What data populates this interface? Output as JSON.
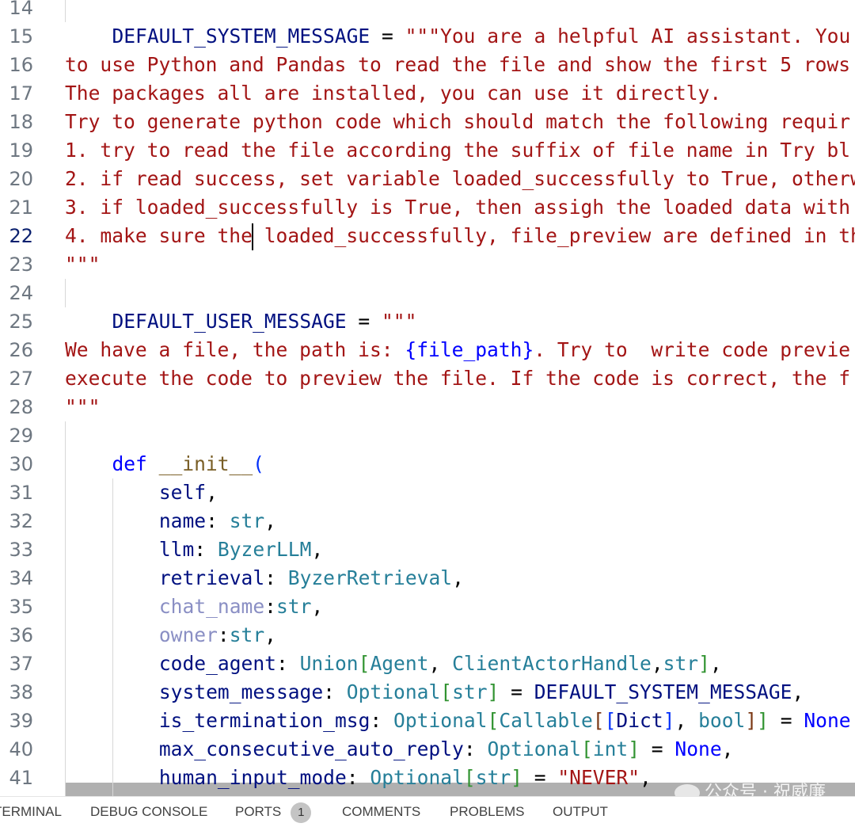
{
  "editor": {
    "active_line": 22,
    "lines": [
      {
        "n": "14",
        "indent": 0,
        "tokens": []
      },
      {
        "n": "15",
        "indent": 1,
        "tokens": [
          [
            "c",
            "DEFAULT_SYSTEM_MESSAGE"
          ],
          [
            "p",
            " = "
          ],
          [
            "s",
            "\"\"\"You are a helpful AI assistant. You"
          ]
        ]
      },
      {
        "n": "16",
        "indent": 0,
        "tokens": [
          [
            "s",
            "to use Python and Pandas to read the file and show the first 5 rows"
          ]
        ]
      },
      {
        "n": "17",
        "indent": 0,
        "tokens": [
          [
            "s",
            "The packages all are installed, you can use it directly."
          ]
        ]
      },
      {
        "n": "18",
        "indent": 0,
        "tokens": [
          [
            "s",
            "Try to generate python code which should match the following requir"
          ]
        ]
      },
      {
        "n": "19",
        "indent": 0,
        "tokens": [
          [
            "s",
            "1. try to read the file according the suffix of file name in Try bl"
          ]
        ]
      },
      {
        "n": "20",
        "indent": 0,
        "tokens": [
          [
            "s",
            "2. if read success, set variable loaded_successfully to True, otherw"
          ]
        ]
      },
      {
        "n": "21",
        "indent": 0,
        "tokens": [
          [
            "s",
            "3. if loaded_successfully is True, then assigh the loaded data with"
          ]
        ]
      },
      {
        "n": "22",
        "indent": 0,
        "tokens": [
          [
            "s",
            "4. make sure the loaded_successfully, file_preview are defined in th"
          ]
        ]
      },
      {
        "n": "23",
        "indent": 0,
        "tokens": [
          [
            "s",
            "\"\"\""
          ]
        ]
      },
      {
        "n": "24",
        "indent": 0,
        "tokens": []
      },
      {
        "n": "25",
        "indent": 1,
        "tokens": [
          [
            "c",
            "DEFAULT_USER_MESSAGE"
          ],
          [
            "p",
            " = "
          ],
          [
            "s",
            "\"\"\""
          ]
        ]
      },
      {
        "n": "26",
        "indent": 0,
        "tokens": [
          [
            "s",
            "We have a file, the path is: "
          ],
          [
            "k",
            "{file_path}"
          ],
          [
            "s",
            ". Try to  write code previe"
          ]
        ]
      },
      {
        "n": "27",
        "indent": 0,
        "tokens": [
          [
            "s",
            "execute the code to preview the file. If the code is correct, the f"
          ]
        ]
      },
      {
        "n": "28",
        "indent": 0,
        "tokens": [
          [
            "s",
            "\"\"\""
          ]
        ]
      },
      {
        "n": "29",
        "indent": 0,
        "tokens": []
      },
      {
        "n": "30",
        "indent": 1,
        "tokens": [
          [
            "k",
            "def"
          ],
          [
            "p",
            " "
          ],
          [
            "f",
            "__init__"
          ],
          [
            "bl",
            "("
          ]
        ]
      },
      {
        "n": "31",
        "indent": 2,
        "tokens": [
          [
            "c",
            "self"
          ],
          [
            "p",
            ","
          ]
        ]
      },
      {
        "n": "32",
        "indent": 2,
        "tokens": [
          [
            "c",
            "name"
          ],
          [
            "p",
            ": "
          ],
          [
            "t",
            "str"
          ],
          [
            "p",
            ","
          ]
        ]
      },
      {
        "n": "33",
        "indent": 2,
        "tokens": [
          [
            "c",
            "llm"
          ],
          [
            "p",
            ": "
          ],
          [
            "t",
            "ByzerLLM"
          ],
          [
            "p",
            ","
          ]
        ]
      },
      {
        "n": "34",
        "indent": 2,
        "tokens": [
          [
            "c",
            "retrieval"
          ],
          [
            "p",
            ": "
          ],
          [
            "t",
            "ByzerRetrieval"
          ],
          [
            "p",
            ","
          ]
        ]
      },
      {
        "n": "35",
        "indent": 2,
        "tokens": [
          [
            "u",
            "chat_name"
          ],
          [
            "p",
            ":"
          ],
          [
            "t",
            "str"
          ],
          [
            "p",
            ","
          ]
        ]
      },
      {
        "n": "36",
        "indent": 2,
        "tokens": [
          [
            "u",
            "owner"
          ],
          [
            "p",
            ":"
          ],
          [
            "t",
            "str"
          ],
          [
            "p",
            ","
          ]
        ]
      },
      {
        "n": "37",
        "indent": 2,
        "tokens": [
          [
            "c",
            "code_agent"
          ],
          [
            "p",
            ": "
          ],
          [
            "t",
            "Union"
          ],
          [
            "g",
            "["
          ],
          [
            "t",
            "Agent"
          ],
          [
            "p",
            ", "
          ],
          [
            "t",
            "ClientActorHandle"
          ],
          [
            "p",
            ","
          ],
          [
            "t",
            "str"
          ],
          [
            "g",
            "]"
          ],
          [
            "p",
            ","
          ]
        ]
      },
      {
        "n": "38",
        "indent": 2,
        "tokens": [
          [
            "c",
            "system_message"
          ],
          [
            "p",
            ": "
          ],
          [
            "t",
            "Optional"
          ],
          [
            "g",
            "["
          ],
          [
            "t",
            "str"
          ],
          [
            "g",
            "]"
          ],
          [
            "p",
            " = "
          ],
          [
            "c",
            "DEFAULT_SYSTEM_MESSAGE"
          ],
          [
            "p",
            ","
          ]
        ]
      },
      {
        "n": "39",
        "indent": 2,
        "tokens": [
          [
            "c",
            "is_termination_msg"
          ],
          [
            "p",
            ": "
          ],
          [
            "t",
            "Optional"
          ],
          [
            "g",
            "["
          ],
          [
            "t",
            "Callable"
          ],
          [
            "b",
            "["
          ],
          [
            "bl",
            "["
          ],
          [
            "c",
            "Dict"
          ],
          [
            "bl",
            "]"
          ],
          [
            "p",
            ", "
          ],
          [
            "t",
            "bool"
          ],
          [
            "b",
            "]"
          ],
          [
            "g",
            "]"
          ],
          [
            "p",
            " = "
          ],
          [
            "k",
            "None"
          ]
        ]
      },
      {
        "n": "40",
        "indent": 2,
        "tokens": [
          [
            "c",
            "max_consecutive_auto_reply"
          ],
          [
            "p",
            ": "
          ],
          [
            "t",
            "Optional"
          ],
          [
            "g",
            "["
          ],
          [
            "t",
            "int"
          ],
          [
            "g",
            "]"
          ],
          [
            "p",
            " = "
          ],
          [
            "k",
            "None"
          ],
          [
            "p",
            ","
          ]
        ]
      },
      {
        "n": "41",
        "indent": 2,
        "tokens": [
          [
            "c",
            "human_input_mode"
          ],
          [
            "p",
            ": "
          ],
          [
            "t",
            "Optional"
          ],
          [
            "g",
            "["
          ],
          [
            "t",
            "str"
          ],
          [
            "g",
            "]"
          ],
          [
            "p",
            " = "
          ],
          [
            "s",
            "\"NEVER\""
          ],
          [
            "p",
            ","
          ]
        ]
      }
    ]
  },
  "watermark": "公众号 · 祝威廉",
  "panel": {
    "tabs": [
      {
        "label": "TERMINAL"
      },
      {
        "label": "DEBUG CONSOLE"
      },
      {
        "label": "PORTS",
        "badge": "1"
      },
      {
        "label": "COMMENTS"
      },
      {
        "label": "PROBLEMS"
      },
      {
        "label": "OUTPUT"
      }
    ]
  }
}
